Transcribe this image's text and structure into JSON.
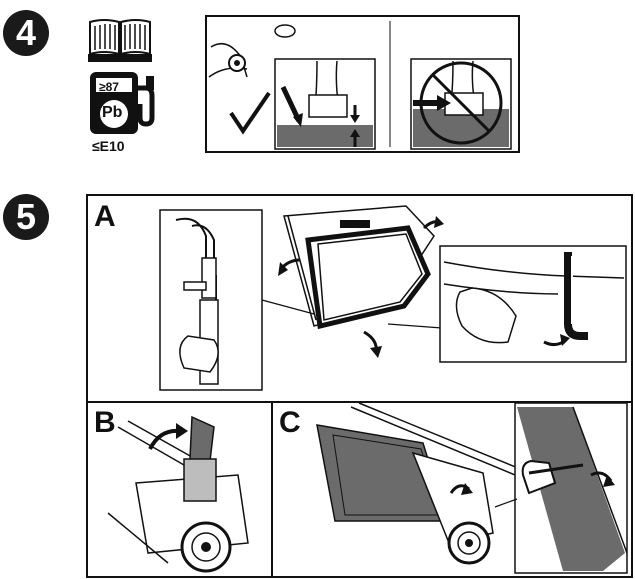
{
  "step4": {
    "number": "4",
    "fuel_octane": "≥87",
    "fuel_lead": "Pb",
    "fuel_ethanol": "≤E10"
  },
  "step5": {
    "number": "5",
    "panel_a_label": "A",
    "panel_b_label": "B",
    "panel_c_label": "C"
  },
  "colors": {
    "ink": "#111111",
    "fill_gray": "#6b6b6b",
    "light_gray": "#bdbdbd"
  }
}
